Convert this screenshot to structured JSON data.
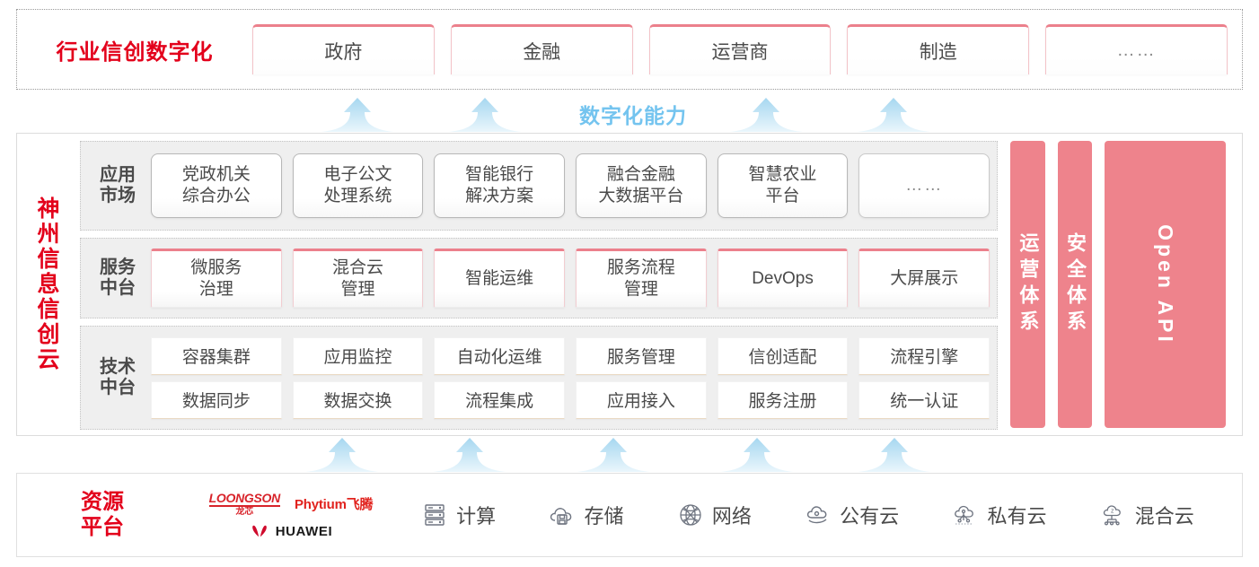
{
  "industry": {
    "title": "行业信创数字化",
    "tabs": [
      {
        "label": "政府"
      },
      {
        "label": "金融"
      },
      {
        "label": "运营商"
      },
      {
        "label": "制造"
      },
      {
        "label": "……"
      }
    ]
  },
  "capability": {
    "label": "数字化能力",
    "top_arrow_count": 4,
    "bottom_arrow_count": 5,
    "arrow_color": "#bfe2f5"
  },
  "cloud": {
    "title": "神州信息信创云",
    "tiers": [
      {
        "label": "应用\n市场",
        "label_line1": "应用",
        "label_line2": "市场",
        "cards": [
          {
            "line1": "党政机关",
            "line2": "综合办公"
          },
          {
            "line1": "电子公文",
            "line2": "处理系统"
          },
          {
            "line1": "智能银行",
            "line2": "解决方案"
          },
          {
            "line1": "融合金融",
            "line2": "大数据平台"
          },
          {
            "line1": "智慧农业",
            "line2": "平台"
          },
          {
            "line1": "……",
            "line2": ""
          }
        ]
      },
      {
        "label_line1": "服务",
        "label_line2": "中台",
        "cards": [
          {
            "line1": "微服务",
            "line2": "治理"
          },
          {
            "line1": "混合云",
            "line2": "管理"
          },
          {
            "line1": "智能运维",
            "line2": ""
          },
          {
            "line1": "服务流程",
            "line2": "管理"
          },
          {
            "line1": "DevOps",
            "line2": ""
          },
          {
            "line1": "大屏展示",
            "line2": ""
          }
        ]
      },
      {
        "label_line1": "技术",
        "label_line2": "中台",
        "row1": [
          "容器集群",
          "应用监控",
          "自动化运维",
          "服务管理",
          "信创适配",
          "流程引擎"
        ],
        "row2": [
          "数据同步",
          "数据交换",
          "流程集成",
          "应用接入",
          "服务注册",
          "统一认证"
        ]
      }
    ],
    "pillars": [
      {
        "text": "运营体系",
        "latin": false
      },
      {
        "text": "安全体系",
        "latin": false
      },
      {
        "text": "Open API",
        "latin": true
      }
    ],
    "pillar_color": "#ee838c"
  },
  "resource": {
    "title_line1": "资源",
    "title_line2": "平台",
    "vendors": [
      {
        "name": "LOONGSON",
        "sub": "龙芯"
      },
      {
        "name": "Phytium飞腾",
        "sub": ""
      },
      {
        "name": "HUAWEI",
        "sub": ""
      }
    ],
    "items": [
      {
        "label": "计算",
        "icon": "server-rack-icon"
      },
      {
        "label": "存储",
        "icon": "cloud-storage-icon"
      },
      {
        "label": "网络",
        "icon": "network-globe-icon"
      },
      {
        "label": "公有云",
        "icon": "public-cloud-icon"
      },
      {
        "label": "私有云",
        "icon": "private-cloud-icon"
      },
      {
        "label": "混合云",
        "icon": "hybrid-cloud-icon"
      }
    ]
  }
}
